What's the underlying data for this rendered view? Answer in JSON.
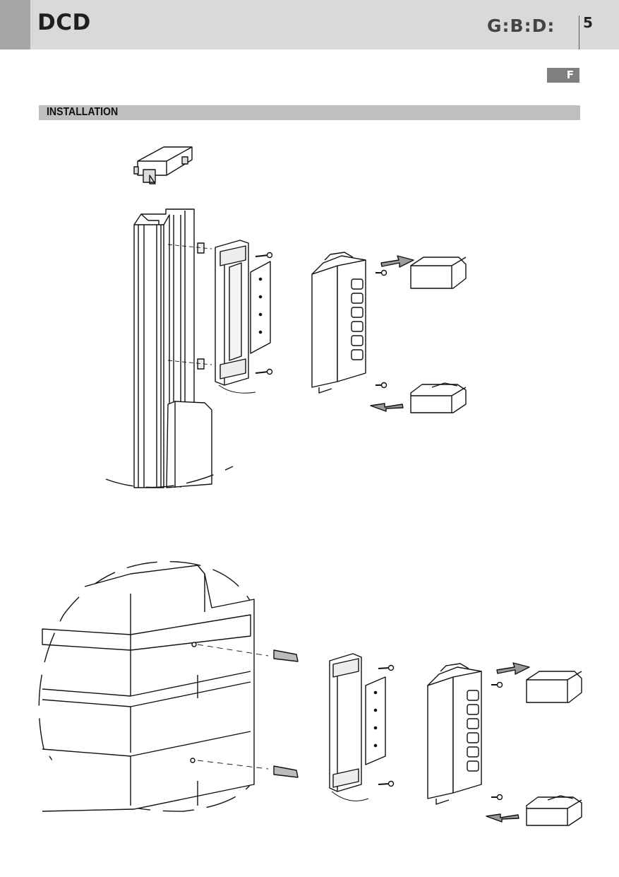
{
  "header": {
    "product_code": "DCD",
    "brand_logo": "G:B:D:",
    "page_number": "5"
  },
  "language_badge": "F",
  "section_title": "INSTALLATION",
  "figures": [
    {
      "id": "post-installation",
      "icons": [
        "post-cap-icon",
        "aluminium-post-icon",
        "mounting-bracket-icon",
        "screw-icon",
        "keypad-body-icon",
        "end-cap-icon",
        "arrow-icon"
      ]
    },
    {
      "id": "wall-installation",
      "icons": [
        "brick-wall-icon",
        "wall-plug-icon",
        "mounting-bracket-icon",
        "screw-icon",
        "keypad-body-icon",
        "end-cap-icon",
        "arrow-icon"
      ]
    }
  ]
}
